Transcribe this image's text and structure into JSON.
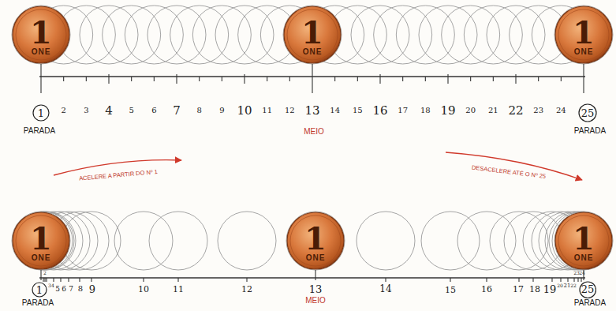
{
  "diagram": {
    "nodes": [
      {
        "text": [
          "1",
          "ONE"
        ]
      },
      {
        "text": [
          "1",
          "ONE"
        ]
      },
      {
        "text": [
          "1",
          "ONE"
        ]
      },
      {
        "text": [
          "1"
        ]
      },
      {
        "text": [
          "25"
        ]
      },
      {
        "text": [
          "1",
          "ONE"
        ]
      },
      {
        "text": [
          "1",
          "ONE"
        ]
      },
      {
        "text": [
          "1",
          "ONE"
        ]
      },
      {
        "text": [
          "1"
        ]
      },
      {
        "text": [
          "25"
        ]
      }
    ],
    "labels": [
      "2",
      "3",
      "4",
      "5",
      "6",
      "7",
      "8",
      "9",
      "10",
      "11",
      "12",
      "13",
      "14",
      "15",
      "16",
      "17",
      "18",
      "19",
      "20",
      "21",
      "22",
      "23",
      "24",
      "PARADA",
      "MEIO",
      "PARADA",
      "ACELERE A PARTIR DO Nº 1",
      "DESACELERE ATÉ O Nº 25",
      "2",
      "3",
      "4",
      "5",
      "6",
      "7",
      "8",
      "9",
      "10",
      "11",
      "12",
      "13",
      "14",
      "15",
      "16",
      "17",
      "18",
      "19",
      "20",
      "21",
      "22",
      "23",
      "24",
      "PARADA",
      "MEIO",
      "PARADA"
    ]
  }
}
